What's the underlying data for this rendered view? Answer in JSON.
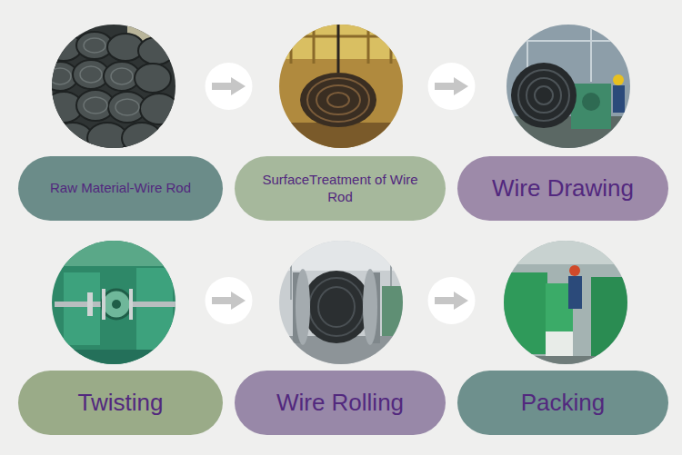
{
  "diagram": {
    "nodes": [
      {
        "text": [
          "Raw Material-Wire Rod"
        ]
      },
      {
        "text": [
          "SurfaceTreatment of Wire Rod"
        ]
      },
      {
        "text": [
          "Wire Drawing"
        ]
      },
      {
        "text": [
          "Twisting"
        ]
      },
      {
        "text": [
          "Wire Rolling"
        ]
      },
      {
        "text": [
          "Packing"
        ]
      }
    ],
    "edges": [
      {
        "from": 0,
        "to": 1,
        "arrow": "to"
      },
      {
        "from": 1,
        "to": 2,
        "arrow": "to"
      },
      {
        "from": 3,
        "to": 4,
        "arrow": "to"
      },
      {
        "from": 4,
        "to": 5,
        "arrow": "to"
      }
    ]
  }
}
